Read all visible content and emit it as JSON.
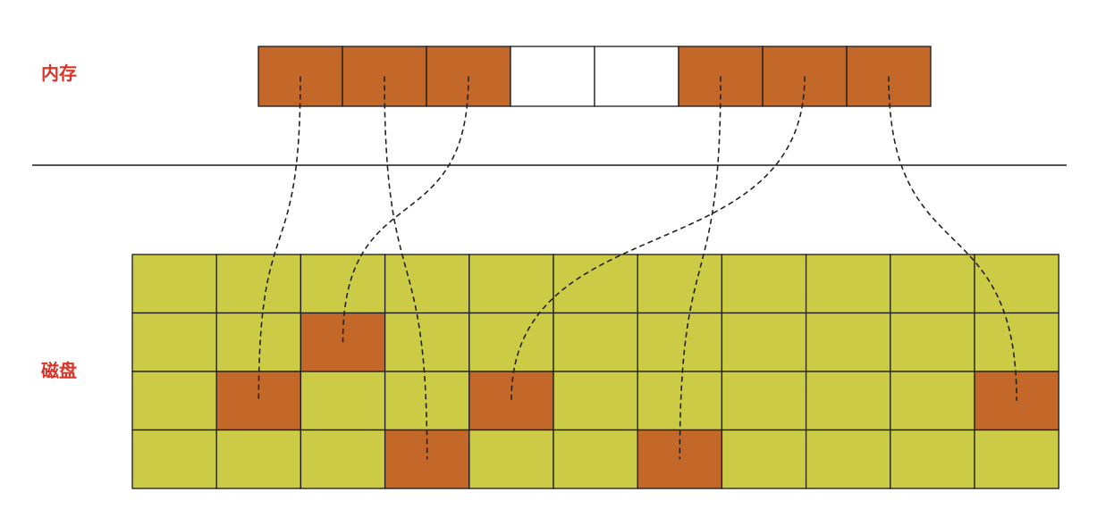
{
  "labels": {
    "memory": "内存",
    "disk": "磁盘"
  },
  "memory": {
    "cells": [
      true,
      true,
      true,
      false,
      false,
      true,
      true,
      true
    ]
  },
  "disk": {
    "rows": 4,
    "cols": 11,
    "used_cells": [
      [
        1,
        2
      ],
      [
        2,
        1
      ],
      [
        2,
        4
      ],
      [
        2,
        10
      ],
      [
        3,
        3
      ],
      [
        3,
        6
      ]
    ]
  },
  "mappings": [
    {
      "from_memory": 0,
      "to_disk": [
        2,
        1
      ]
    },
    {
      "from_memory": 1,
      "to_disk": [
        3,
        3
      ]
    },
    {
      "from_memory": 2,
      "to_disk": [
        1,
        2
      ]
    },
    {
      "from_memory": 5,
      "to_disk": [
        3,
        6
      ]
    },
    {
      "from_memory": 6,
      "to_disk": [
        2,
        4
      ]
    },
    {
      "from_memory": 7,
      "to_disk": [
        2,
        10
      ]
    }
  ],
  "colors": {
    "used": "#c4682a",
    "free_disk": "#cccb45",
    "free_memory": "#ffffff",
    "border": "#1a1a1a",
    "label": "#d93427"
  }
}
